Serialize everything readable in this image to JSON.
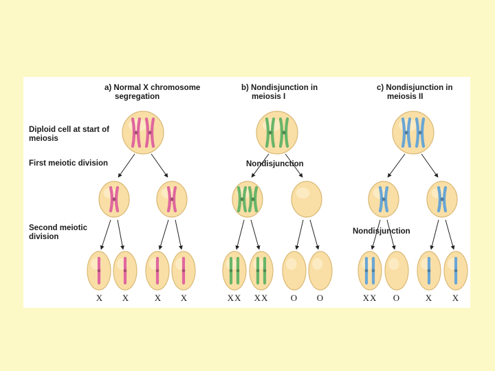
{
  "panels": {
    "a": {
      "title_line1": "a) Normal X chromosome",
      "title_line2": "segregation",
      "genotypes": [
        "X",
        "X",
        "X",
        "X"
      ]
    },
    "b": {
      "title_line1": "b) Nondisjunction in",
      "title_line2": "meiosis I",
      "event_label": "Nondisjunction",
      "genotypes": [
        "XX",
        "XX",
        "O",
        "O"
      ]
    },
    "c": {
      "title_line1": "c) Nondisjunction in",
      "title_line2": "meiosis II",
      "event_label": "Nondisjunction",
      "genotypes": [
        "XX",
        "O",
        "X",
        "X"
      ]
    }
  },
  "row_labels": {
    "diploid_line1": "Diploid cell at start of",
    "diploid_line2": "meiosis",
    "first_division": "First meiotic division",
    "second_line1": "Second meiotic",
    "second_line2": "division"
  },
  "colors": {
    "background": "#fdf9c6",
    "cell_fill": "#f9dfa6",
    "cell_stroke": "#d9b874",
    "panel_a_chromosome": "#e0679e",
    "panel_b_chromosome": "#69b569",
    "panel_c_chromosome": "#6aa6d4"
  }
}
